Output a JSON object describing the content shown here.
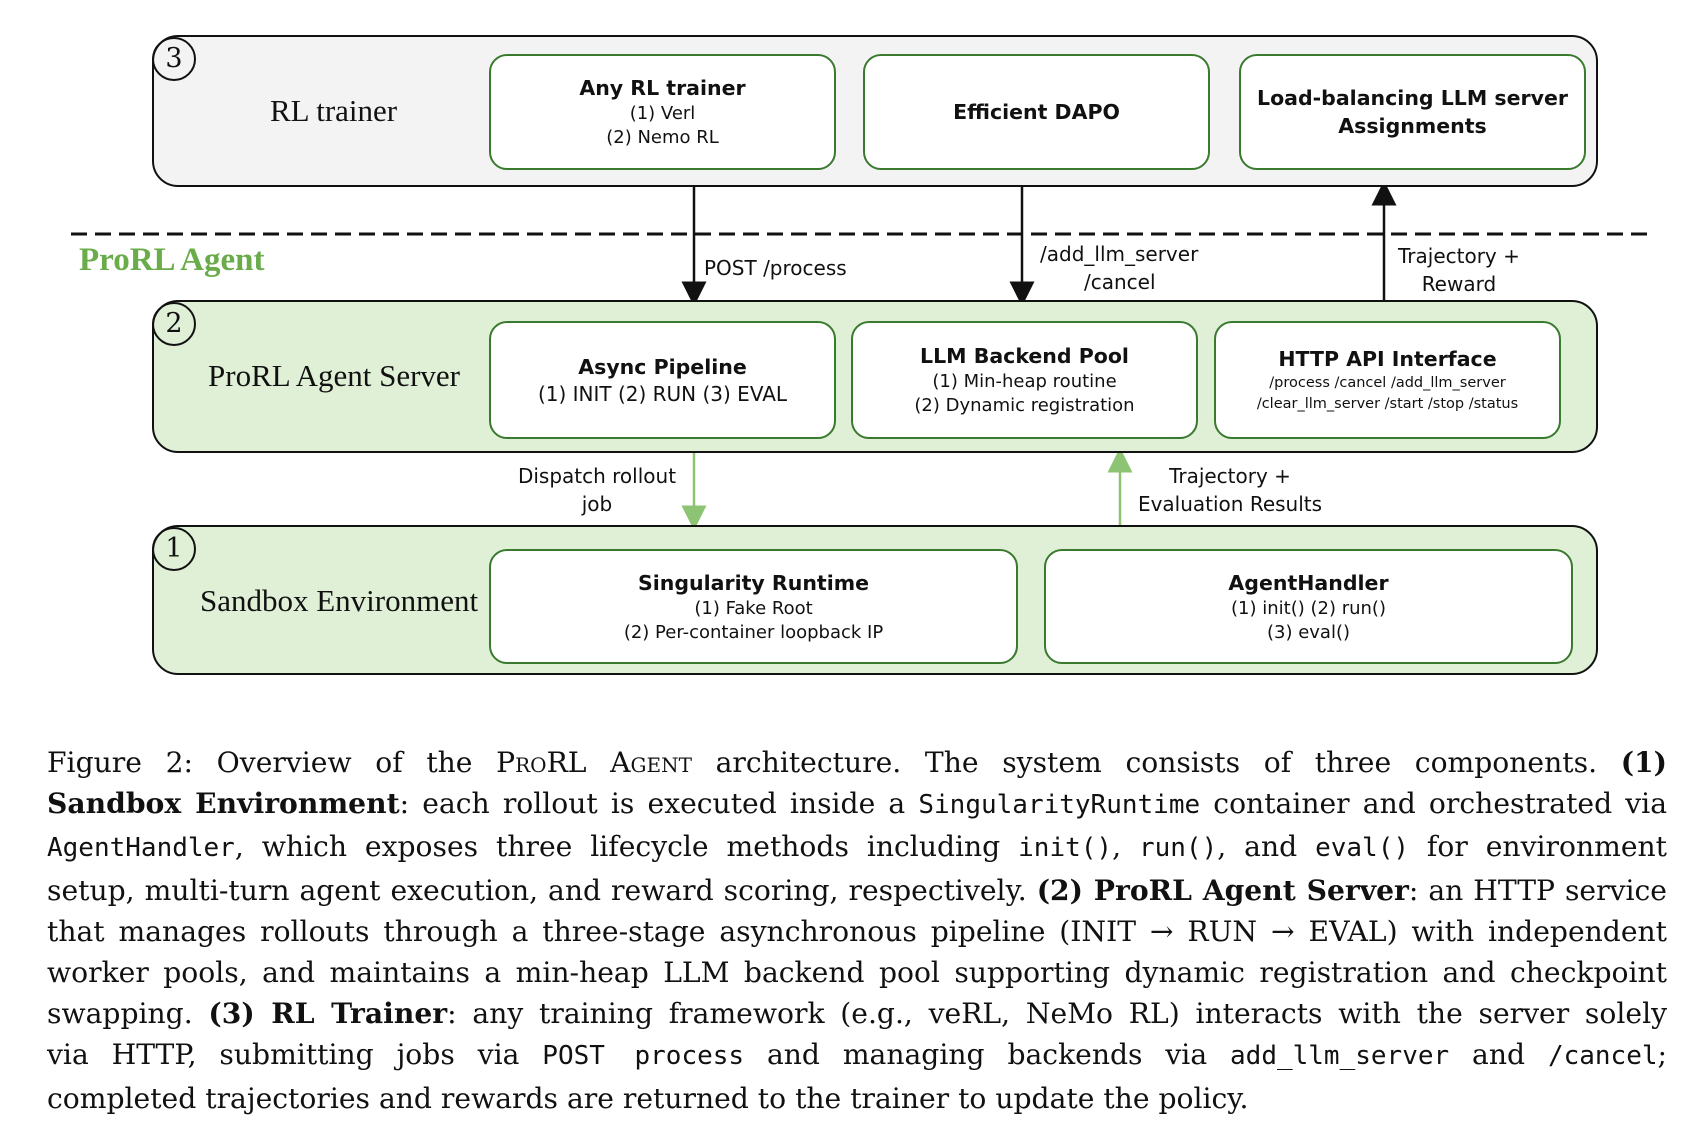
{
  "section_title": "ProRL Agent",
  "tiers": {
    "rl_trainer": {
      "badge": "3",
      "label": "RL trainer",
      "boxes": [
        {
          "title": "Any RL trainer",
          "lines": [
            "(1) Verl",
            "(2) Nemo RL"
          ]
        },
        {
          "title": "Efficient DAPO",
          "lines": []
        },
        {
          "title": "Load-balancing LLM server",
          "lines": [
            "Assignments"
          ]
        }
      ]
    },
    "agent_server": {
      "badge": "2",
      "label": "ProRL Agent Server",
      "boxes": [
        {
          "title": "Async Pipeline",
          "lines": [
            "(1) INIT (2) RUN (3) EVAL"
          ]
        },
        {
          "title": "LLM Backend Pool",
          "lines": [
            "(1) Min-heap routine",
            "(2) Dynamic registration"
          ]
        },
        {
          "title": "HTTP API Interface",
          "lines": [
            "/process /cancel /add_llm_server",
            "/clear_llm_server /start /stop /status"
          ]
        }
      ]
    },
    "sandbox": {
      "badge": "1",
      "label": "Sandbox Environment",
      "boxes": [
        {
          "title": "Singularity Runtime",
          "lines": [
            "(1)  Fake Root",
            "(2)  Per-container loopback IP"
          ]
        },
        {
          "title": "AgentHandler",
          "lines": [
            "(1)  init() (2) run()",
            "(3) eval()"
          ]
        }
      ]
    }
  },
  "arrows": {
    "post_process": "POST /process",
    "add_llm": [
      "/add_llm_server",
      "/cancel"
    ],
    "trajectory_reward": [
      "Trajectory +",
      "Reward"
    ],
    "dispatch": [
      "Dispatch rollout",
      "job"
    ],
    "trajectory_eval": [
      "Trajectory +",
      "Evaluation Results"
    ]
  },
  "caption": {
    "line1": {
      "a": "Figure 2: Overview of the ",
      "sc": "ProRL Agent",
      "b": " architecture.  The system consists of three components.  ",
      "bold": "(1)"
    },
    "line2": {
      "bold": "Sandbox Environment",
      "a": ": each rollout is executed inside a ",
      "code": "SingularityRuntime",
      "b": " container and orchestrated via"
    },
    "line3": {
      "code1": "AgentHandler",
      "a": ", which exposes three lifecycle methods including ",
      "code2": "init()",
      "b": ", ",
      "code3": "run()",
      "c": ", and ",
      "code4": "eval()",
      "d": " for environment"
    },
    "line4": {
      "a": "setup, multi-turn agent execution, and reward scoring, respectively. ",
      "bold": "(2) ProRL Agent Server",
      "b": ": an HTTP service"
    },
    "line5": "that manages rollouts through a three-stage asynchronous pipeline (INIT → RUN → EVAL) with independent",
    "line6": "worker pools, and maintains a min-heap LLM backend pool supporting dynamic registration and checkpoint",
    "line7": {
      "a": "swapping. ",
      "bold": "(3) RL Trainer",
      "b": ": any training framework (e.g., veRL, NeMo RL) interacts with the server solely"
    },
    "line8": {
      "a": "via HTTP, submitting jobs via ",
      "code1": "POST process",
      "b": " and managing backends via ",
      "code2": "add_llm_server",
      "c": " and ",
      "code3": "/cancel",
      "d": ";"
    },
    "line9": "completed trajectories and rewards are returned to the trainer to update the policy."
  }
}
